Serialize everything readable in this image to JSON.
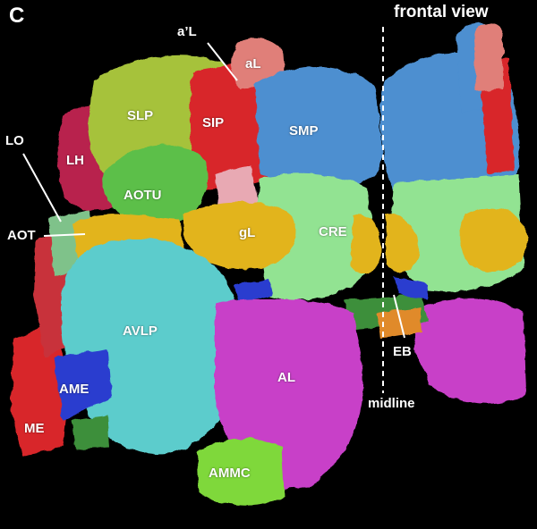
{
  "panel_letter": "C",
  "view_label": "frontal view",
  "midline_label": "midline",
  "regions": {
    "aL": "aL",
    "a_prime_L": "a’L",
    "SLP": "SLP",
    "SIP": "SIP",
    "SMP": "SMP",
    "LH": "LH",
    "LO": "LO",
    "AOTU": "AOTU",
    "AOT": "AOT",
    "gL": "gL",
    "CRE": "CRE",
    "AVLP": "AVLP",
    "AL": "AL",
    "AME": "AME",
    "ME": "ME",
    "EB": "EB",
    "AMMC": "AMMC"
  },
  "colors": {
    "background": "#000000",
    "SLP": "#a6c23a",
    "SIP": "#d8282c",
    "aL": "#e07f79",
    "SMP": "#4d8fd0",
    "LH": "#b8214e",
    "AOTU": "#5cbf4a",
    "gL": "#e2b41e",
    "CRE": "#92e392",
    "AVLP": "#5ccccc",
    "AL": "#c83fc8",
    "AME": "#2a3ccf",
    "ME": "#d8282c",
    "AMMC": "#7fd83a",
    "label_text": "#ffffff"
  }
}
